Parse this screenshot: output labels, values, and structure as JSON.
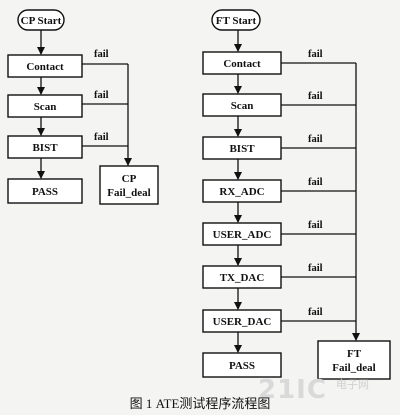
{
  "cp_flow": {
    "start": "CP Start",
    "steps": [
      "Contact",
      "Scan",
      "BIST",
      "PASS"
    ],
    "fail_label": "fail",
    "fail_box_line1": "CP",
    "fail_box_line2": "Fail_deal"
  },
  "ft_flow": {
    "start": "FT Start",
    "steps": [
      "Contact",
      "Scan",
      "BIST",
      "RX_ADC",
      "USER_ADC",
      "TX_DAC",
      "USER_DAC",
      "PASS"
    ],
    "fail_label": "fail",
    "fail_box_line1": "FT",
    "fail_box_line2": "Fail_deal"
  },
  "caption": "图 1   ATE测试程序流程图",
  "watermark": {
    "logo": "21IC",
    "sub": "电子网"
  }
}
